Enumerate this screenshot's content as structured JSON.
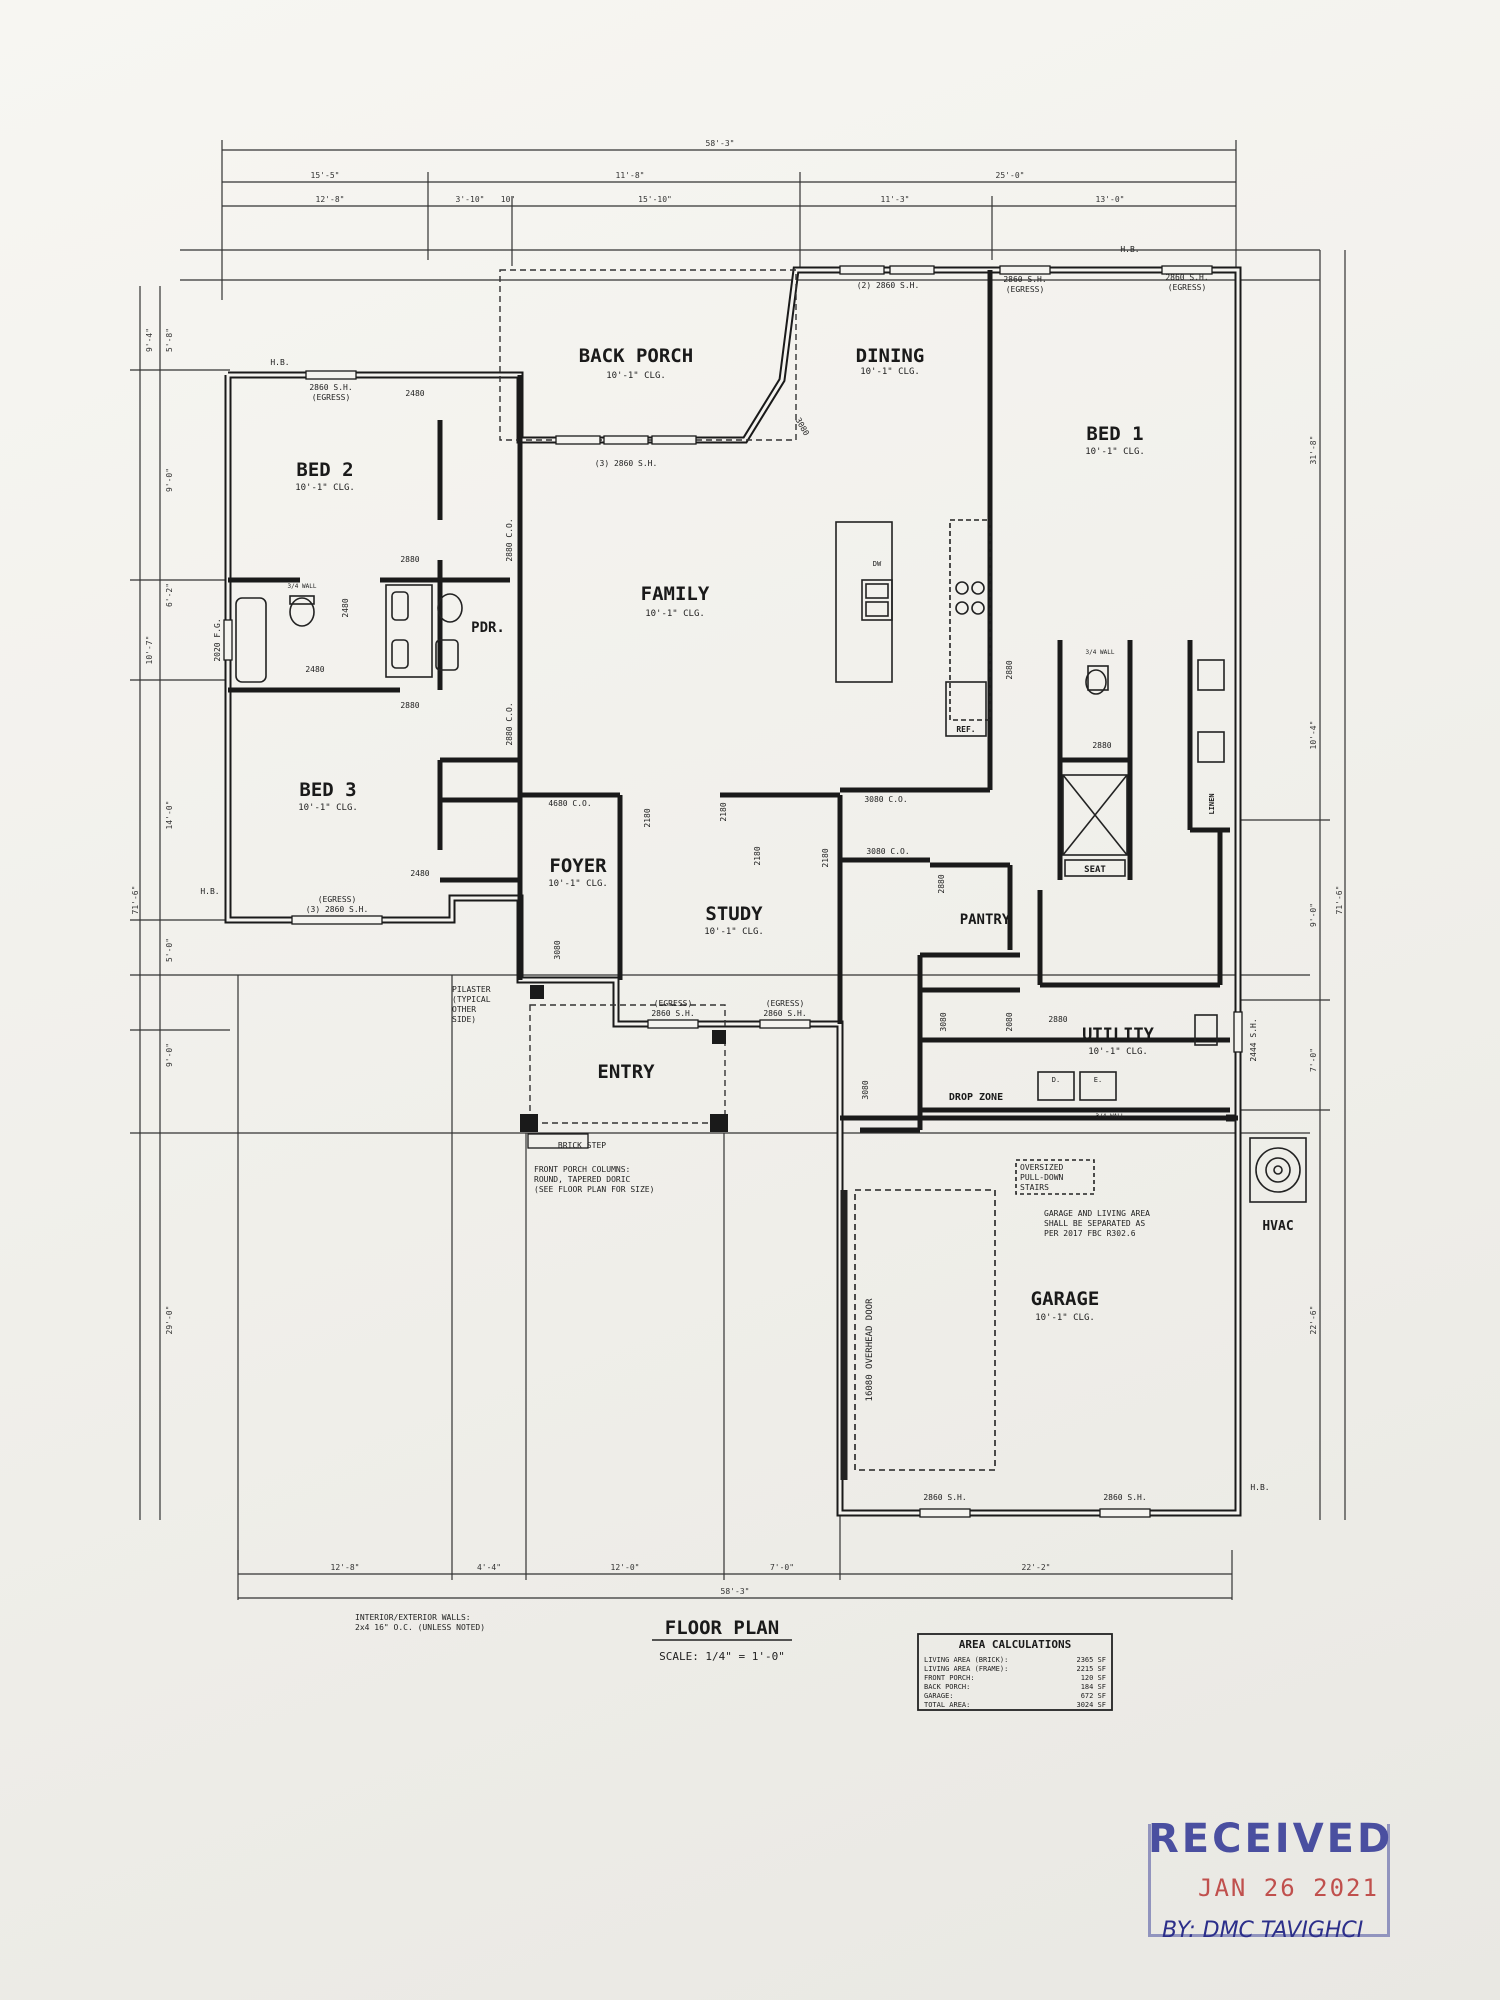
{
  "rooms": {
    "back_porch": {
      "name": "BACK PORCH",
      "clg": "10'-1\" CLG."
    },
    "dining": {
      "name": "DINING",
      "clg": "10'-1\" CLG."
    },
    "bed1": {
      "name": "BED 1",
      "clg": "10'-1\" CLG."
    },
    "bed2": {
      "name": "BED 2",
      "clg": "10'-1\" CLG."
    },
    "bed3": {
      "name": "BED 3",
      "clg": "10'-1\" CLG."
    },
    "family": {
      "name": "FAMILY",
      "clg": "10'-1\" CLG."
    },
    "foyer": {
      "name": "FOYER",
      "clg": "10'-1\" CLG."
    },
    "study": {
      "name": "STUDY",
      "clg": "10'-1\" CLG."
    },
    "entry": {
      "name": "ENTRY"
    },
    "utility": {
      "name": "UTILITY",
      "clg": "10'-1\" CLG."
    },
    "garage": {
      "name": "GARAGE",
      "clg": "10'-1\" CLG."
    },
    "pantry": {
      "name": "PANTRY"
    },
    "pdr": {
      "name": "PDR."
    },
    "drop_zone": {
      "name": "DROP ZONE"
    },
    "seat": {
      "name": "SEAT"
    },
    "linen": {
      "name": "LINEN"
    },
    "ref": {
      "name": "REF."
    },
    "hvac": {
      "name": "HVAC"
    }
  },
  "windows": {
    "back_porch": "(3) 2860 S.H.",
    "dining": "(2) 2860 S.H.",
    "bed1_a": "2860 S.H.",
    "bed1_a_egress": "(EGRESS)",
    "bed1_b": "2860 S.H.",
    "bed1_b_egress": "(EGRESS)",
    "bed2": "2860 S.H.",
    "bed2_egress": "(EGRESS)",
    "bed3_egress": "(EGRESS)",
    "bed3": "(3) 2860 S.H.",
    "study_egress_a": "(EGRESS)",
    "study_a": "2860 S.H.",
    "study_egress_b": "(EGRESS)",
    "study_b": "2860 S.H.",
    "garage_a": "2860 S.H.",
    "garage_b": "2860 S.H.",
    "utility": "2444 S.H.",
    "bath": "2020 F.G."
  },
  "doors": {
    "d2480a": "2480",
    "d2480b": "2480",
    "d2480c": "2480",
    "d2480d": "2480",
    "d2880a": "2880",
    "d2880b": "2880",
    "d2880c": "2880",
    "d2880d": "2880",
    "d2880e": "2880",
    "d2880f": "2880",
    "d2180a": "2180",
    "d2180b": "2180",
    "d2180c": "2180",
    "d2180d": "2180",
    "d3080a": "3080",
    "d3080b": "3080",
    "d3080c": "3080",
    "d3080d": "3080",
    "d2080": "2080",
    "co_2880a": "2880 C.O.",
    "co_2880b": "2880 C.O.",
    "co_4680": "4680 C.O.",
    "co_3080a": "3080 C.O.",
    "co_3080b": "3080 C.O.",
    "overhead": "16080 OVERHEAD DOOR"
  },
  "labels": {
    "hb": "H.B.",
    "pilaster": "PILASTER\n(TYPICAL\nOTHER\nSIDE)",
    "brick_step": "BRICK STEP",
    "porch_columns_1": "FRONT PORCH COLUMNS:",
    "porch_columns_2": "ROUND, TAPERED DORIC",
    "porch_columns_3": "(SEE FLOOR PLAN FOR SIZE)",
    "stairs_1": "OVERSIZED",
    "stairs_2": "PULL-DOWN",
    "stairs_3": "STAIRS",
    "separation_1": "GARAGE AND LIVING AREA",
    "separation_2": "SHALL BE SEPARATED AS",
    "separation_3": "PER 2017 FBC R302.6",
    "walls_1": "INTERIOR/EXTERIOR WALLS:",
    "walls_2": "2x4 16\" O.C. (UNLESS NOTED)",
    "wall_30": "3/4 WALL",
    "dw": "DW",
    "d_label": "D.",
    "e_label": "E."
  },
  "title": {
    "name": "FLOOR PLAN",
    "scale": "SCALE: 1/4\" = 1'-0\""
  },
  "area": {
    "heading": "AREA CALCULATIONS",
    "rows": [
      {
        "label": "LIVING AREA (BRICK):",
        "value": "2365 SF"
      },
      {
        "label": "LIVING AREA (FRAME):",
        "value": "2215 SF"
      },
      {
        "label": "FRONT PORCH:",
        "value": "120 SF"
      },
      {
        "label": "BACK PORCH:",
        "value": "184 SF"
      },
      {
        "label": "GARAGE:",
        "value": "672 SF"
      },
      {
        "label": "TOTAL AREA:",
        "value": "3024 SF"
      }
    ]
  },
  "dimensions": {
    "top_overall": "58'-3\"",
    "top_a": "15'-5\"",
    "top_b": "11'-8\"",
    "top_c": "25'-0\"",
    "top_d": "12'-8\"",
    "top_e": "3'-10\"",
    "top_f": "10\"",
    "top_g": "15'-10\"",
    "top_h": "11'-3\"",
    "top_i": "13'-0\"",
    "bot_a": "12'-8\"",
    "bot_b": "4'-4\"",
    "bot_c": "12'-0\"",
    "bot_d": "7'-0\"",
    "bot_e": "22'-2\"",
    "bot_overall": "58'-3\"",
    "left_a": "9'-4\"",
    "left_b": "5'-8\"",
    "left_c": "9'-0\"",
    "left_d": "6'-2\"",
    "left_e": "10'-7\"",
    "left_f": "14'-0\"",
    "left_g": "5'-0\"",
    "left_h": "9'-0\"",
    "left_i": "29'-0\"",
    "left_total": "71'-6\"",
    "right_a": "31'-8\"",
    "right_b": "10'-4\"",
    "right_c": "9'-0\"",
    "right_d": "7'-0\"",
    "right_e": "22'-6\"",
    "right_total": "71'-6\""
  },
  "stamp": {
    "heading": "RECEIVED",
    "date": "JAN 26 2021",
    "by": "BY: DMC TAVIGHCI"
  }
}
